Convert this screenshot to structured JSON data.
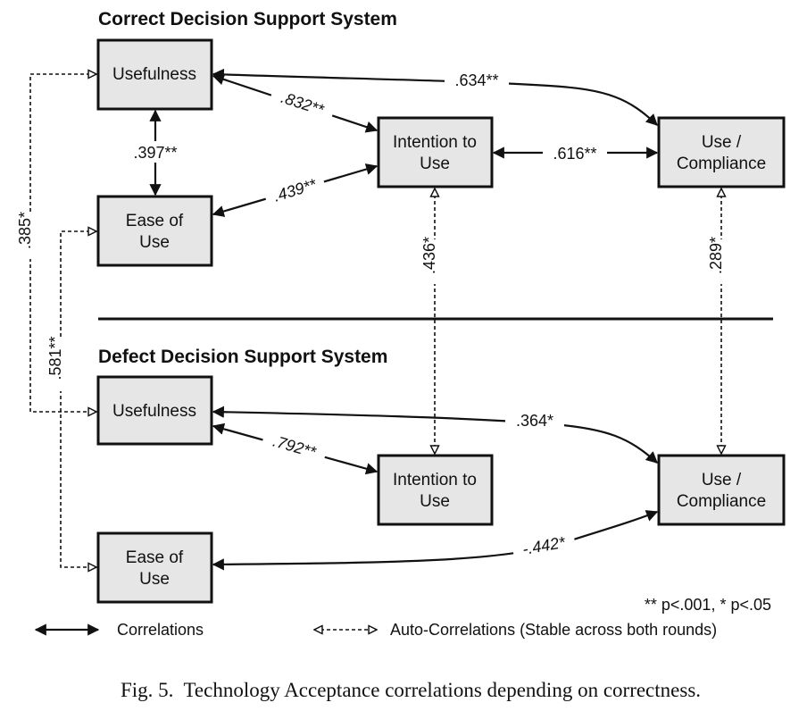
{
  "sections": {
    "top_title": "Correct Decision Support System",
    "bottom_title": "Defect Decision Support System"
  },
  "boxes": {
    "usefulness": "Usefulness",
    "intention_line1": "Intention to",
    "intention_line2": "Use",
    "use_line1": "Use /",
    "use_line2": "Compliance",
    "ease_line1": "Ease of",
    "ease_line2": "Use"
  },
  "correlations_top": {
    "usefulness_use": ".634**",
    "usefulness_intention": ".832**",
    "usefulness_ease": ".397**",
    "ease_intention": ".439**",
    "intention_use": ".616**"
  },
  "correlations_bottom": {
    "usefulness_use": ".364*",
    "usefulness_intention": ".792**",
    "ease_use": "-.442*"
  },
  "auto_correlations": {
    "usefulness": ".385*",
    "ease": ".581**",
    "intention": ".436*",
    "use": ".289*"
  },
  "footnote": "** p<.001, * p<.05",
  "legend": {
    "correlations": "Correlations",
    "auto_correlations": "Auto-Correlations (Stable across both rounds)"
  },
  "caption": "Fig. 5.  Technology Acceptance correlations depending on correctness."
}
